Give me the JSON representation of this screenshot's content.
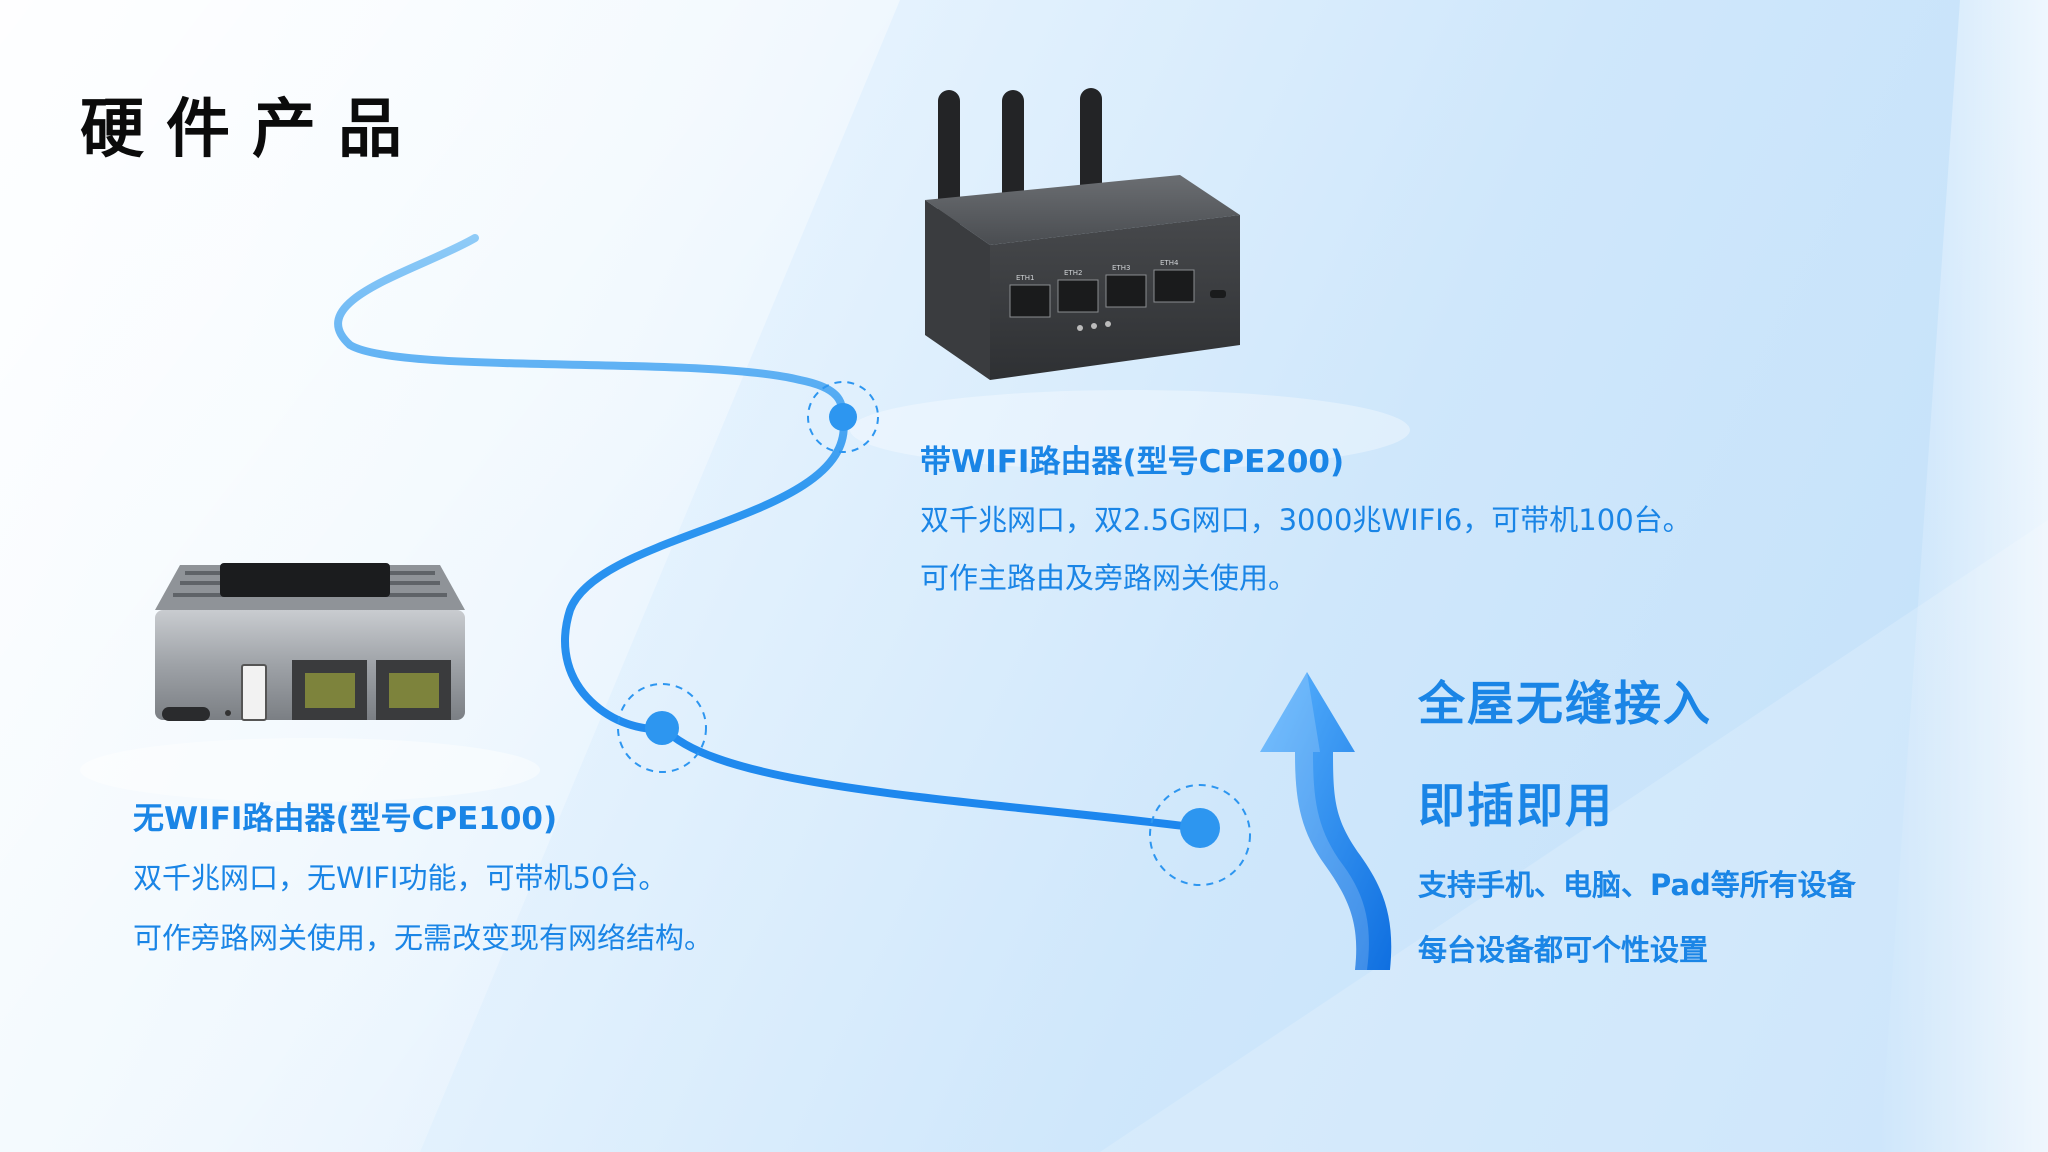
{
  "slide": {
    "title": "硬件产品"
  },
  "products": [
    {
      "name": "带WIFI路由器(型号CPE200)",
      "desc_line1": "双千兆网口，双2.5G网口，3000兆WIFI6，可带机100台。",
      "desc_line2": "可作主路由及旁路网关使用。"
    },
    {
      "name": "无WIFI路由器(型号CPE100)",
      "desc_line1": "双千兆网口，无WIFI功能，可带机50台。",
      "desc_line2": "可作旁路网关使用，无需改变现有网络结构。"
    }
  ],
  "features": {
    "head1": "全屋无缝接入",
    "head2": "即插即用",
    "sub1": "支持手机、电脑、Pad等所有设备",
    "sub2": "每台设备都可个性设置"
  },
  "router_ports": [
    "ETH1",
    "ETH2",
    "ETH3",
    "ETH4"
  ],
  "colors": {
    "accent": "#1a85e6",
    "path": "#1e90f0",
    "title": "#0b0b0b",
    "device_dark": "#3c3f43",
    "device_silver": "#a9adb2"
  },
  "icons": [
    "curved-path-line",
    "node-dot-icon",
    "arrow-up-icon",
    "router-cpe200-image",
    "router-cpe100-image"
  ]
}
